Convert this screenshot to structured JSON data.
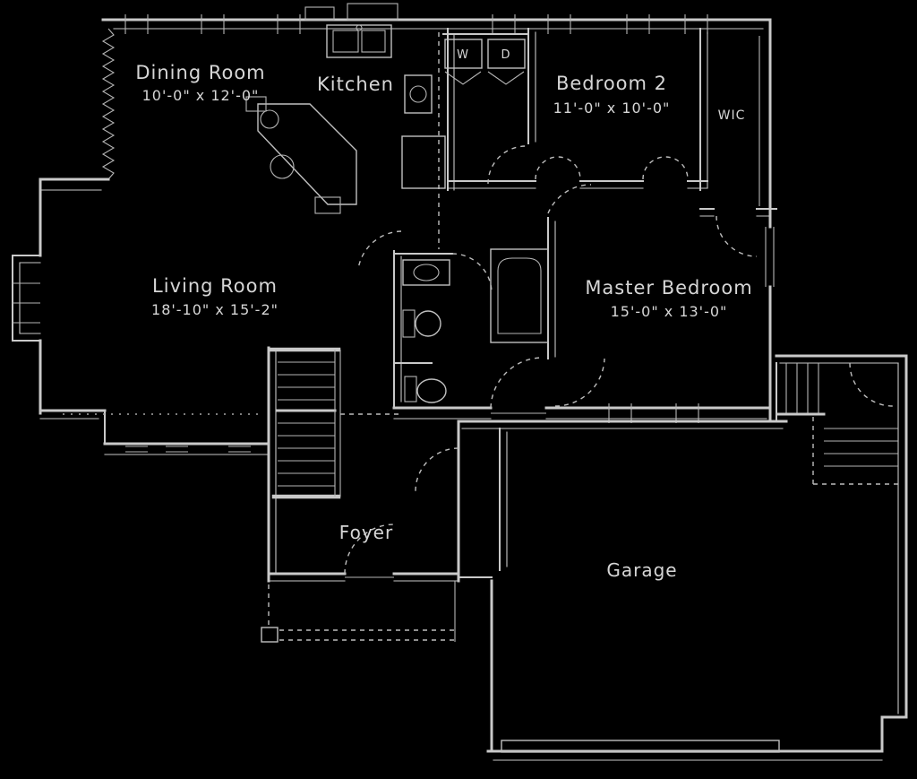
{
  "plan": {
    "type": "residential-floor-plan",
    "colors": {
      "background": "#000000",
      "line": "#c9c9c9",
      "text": "#d6d6d6"
    },
    "rooms": {
      "dining": {
        "name": "Dining Room",
        "dims": "10'-0\" x 12'-0\""
      },
      "kitchen": {
        "name": "Kitchen",
        "dims": ""
      },
      "bedroom2": {
        "name": "Bedroom 2",
        "dims": "11'-0\" x 10'-0\""
      },
      "wic": {
        "name": "WIC",
        "dims": ""
      },
      "living": {
        "name": "Living Room",
        "dims": "18'-10\" x 15'-2\""
      },
      "master": {
        "name": "Master Bedroom",
        "dims": "15'-0\" x 13'-0\""
      },
      "foyer": {
        "name": "Foyer",
        "dims": ""
      },
      "garage": {
        "name": "Garage",
        "dims": ""
      }
    },
    "appliances": {
      "washer": "W",
      "dryer": "D"
    }
  }
}
